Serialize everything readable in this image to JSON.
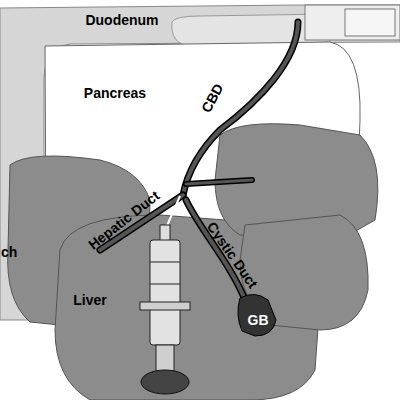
{
  "diagram": {
    "nodes": [
      {
        "text": [
          "Duodenum"
        ]
      },
      {
        "text": [
          "Pancreas"
        ]
      },
      {
        "text": [
          "Liver"
        ]
      },
      {
        "text": [
          "GB"
        ]
      }
    ],
    "labels": [
      "ch",
      "CBD",
      "Hepatic Duct",
      "Cystic Duct"
    ]
  }
}
